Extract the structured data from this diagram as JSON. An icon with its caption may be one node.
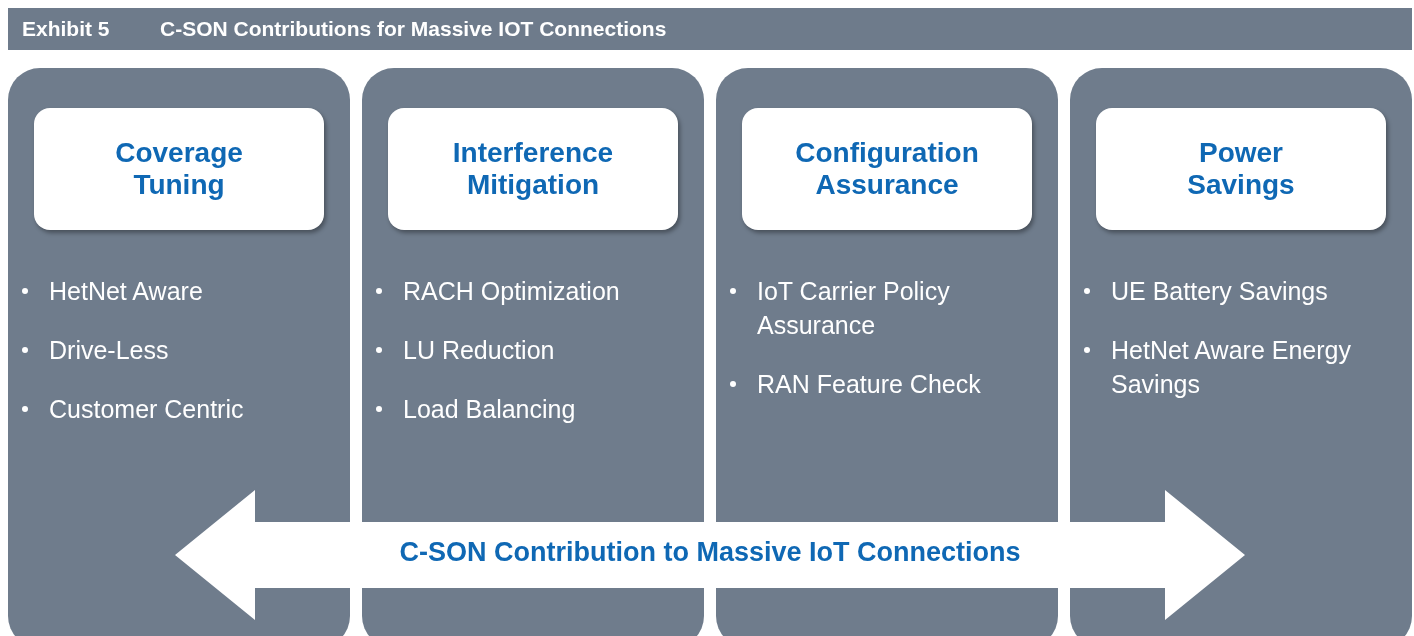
{
  "diagram": {
    "title": "C-SON Contributions for Massive IOT Connections",
    "nodes": [
      {
        "text": [
          "HetNet Aware",
          "Drive-Less",
          "Customer Centric"
        ]
      },
      {
        "text": [
          "Coverage Tuning"
        ],
        "in": 0
      },
      {
        "text": [
          "RACH Optimization",
          "LU Reduction",
          "Load Balancing"
        ]
      },
      {
        "text": [
          "Interference Mitigation"
        ],
        "in": 2
      },
      {
        "text": [
          "IoT Carrier Policy Assurance",
          "RAN Feature Check"
        ]
      },
      {
        "text": [
          "Configuration Assurance"
        ],
        "in": 4
      },
      {
        "text": [
          "UE Battery Savings",
          "HetNet Aware Energy Savings"
        ]
      },
      {
        "text": [
          "Power Savings"
        ],
        "in": 6
      },
      {
        "text": [
          "C-SON Contribution to Massive IoT Connections"
        ]
      }
    ],
    "labels": [
      "Exhibit 5"
    ]
  }
}
